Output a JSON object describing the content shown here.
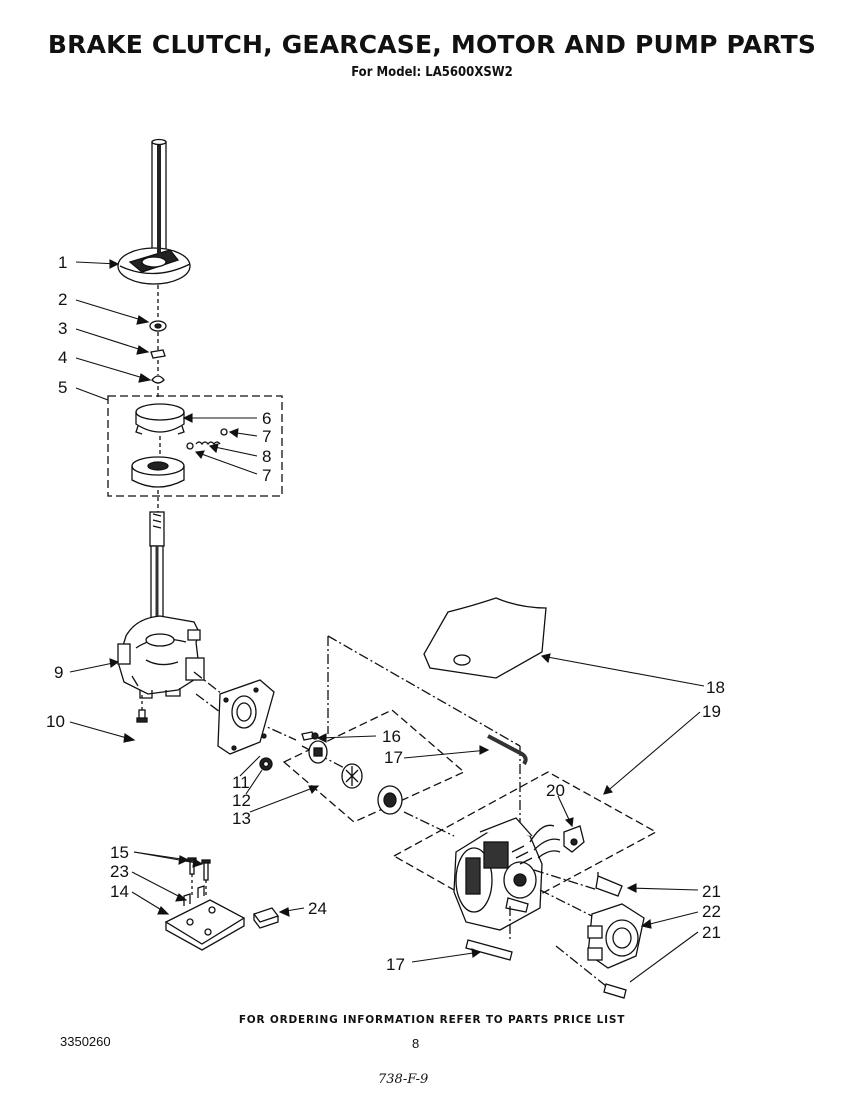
{
  "header": {
    "title": "BRAKE CLUTCH, GEARCASE, MOTOR AND PUMP PARTS",
    "subtitle": "For Model: LA5600XSW2"
  },
  "callouts": [
    "1",
    "2",
    "3",
    "4",
    "5",
    "6",
    "7",
    "8",
    "7",
    "9",
    "10",
    "11",
    "12",
    "13",
    "16",
    "17",
    "18",
    "19",
    "20",
    "21",
    "22",
    "21",
    "15",
    "23",
    "14",
    "24",
    "17"
  ],
  "footer": {
    "ordering_note": "FOR ORDERING INFORMATION REFER TO PARTS PRICE LIST",
    "doc_number": "3350260",
    "page_number": "8",
    "handwritten_note": "738-F-9"
  }
}
